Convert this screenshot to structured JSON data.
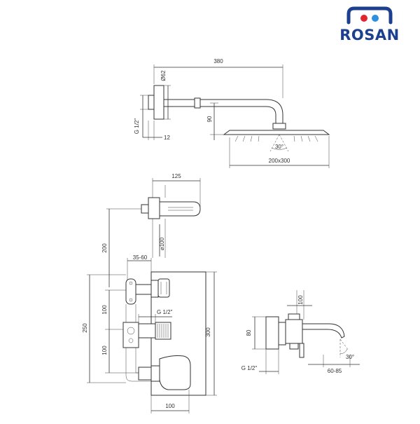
{
  "brand": {
    "name": "Rosan",
    "colors": {
      "navy": "#1c3f8f",
      "red": "#e3262d",
      "blue": "#2c8fe0"
    }
  },
  "shower_head": {
    "arm_length": "380",
    "flange_diameter": "Ø62",
    "thread": "G 1/2\"",
    "flange_depth": "12",
    "drop": "90",
    "spray_angle": "30°",
    "head_size": "200x300"
  },
  "mixer": {
    "spout_length": "125",
    "spout_diameter": "⌀100",
    "spout_height": "200",
    "plate_offset": "35-60",
    "thread": "G 1/2\"",
    "upper_spacing": "100",
    "lower_spacing": "100",
    "plate_height_total": "250",
    "overall_height": "300",
    "plate_width": "100"
  },
  "bath_spout": {
    "top_clearance": "100",
    "body_height": "80",
    "spray_angle": "30°",
    "thread": "G 1/2\"",
    "projection": "60-85"
  }
}
